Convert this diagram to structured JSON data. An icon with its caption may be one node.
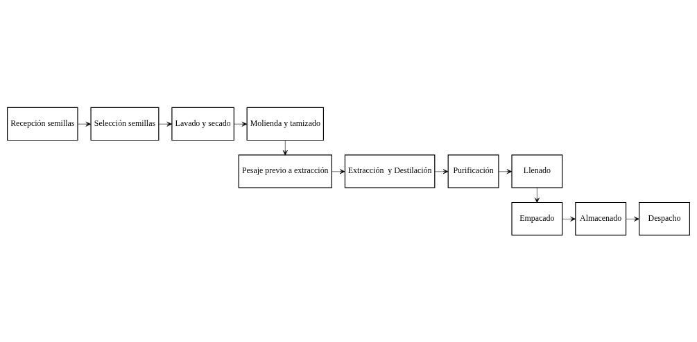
{
  "diagram": {
    "nodes": [
      {
        "text": [
          "Recepción semillas"
        ]
      },
      {
        "text": [
          "Selección semillas"
        ]
      },
      {
        "text": [
          "Lavado y secado"
        ]
      },
      {
        "text": [
          "Molienda y tamizado"
        ]
      },
      {
        "text": [
          "Pesaje previo a extracción"
        ]
      },
      {
        "text": [
          "Extracción  y Destilación"
        ]
      },
      {
        "text": [
          "Purificación"
        ]
      },
      {
        "text": [
          "Llenado"
        ]
      },
      {
        "text": [
          "Empacado"
        ]
      },
      {
        "text": [
          "Almacenado"
        ]
      },
      {
        "text": [
          "Despacho"
        ]
      }
    ],
    "edges": [
      {
        "from": 0,
        "to": 1,
        "arrow": "to"
      },
      {
        "from": 1,
        "to": 2,
        "arrow": "to"
      },
      {
        "from": 2,
        "to": 3,
        "arrow": "to"
      },
      {
        "from": 3,
        "to": 4,
        "arrow": "to"
      },
      {
        "from": 4,
        "to": 5,
        "arrow": "to"
      },
      {
        "from": 5,
        "to": 6,
        "arrow": "to"
      },
      {
        "from": 6,
        "to": 7,
        "arrow": "to"
      },
      {
        "from": 7,
        "to": 8,
        "arrow": "to"
      },
      {
        "from": 8,
        "to": 9,
        "arrow": "to"
      },
      {
        "from": 9,
        "to": 10,
        "arrow": "to"
      }
    ]
  }
}
